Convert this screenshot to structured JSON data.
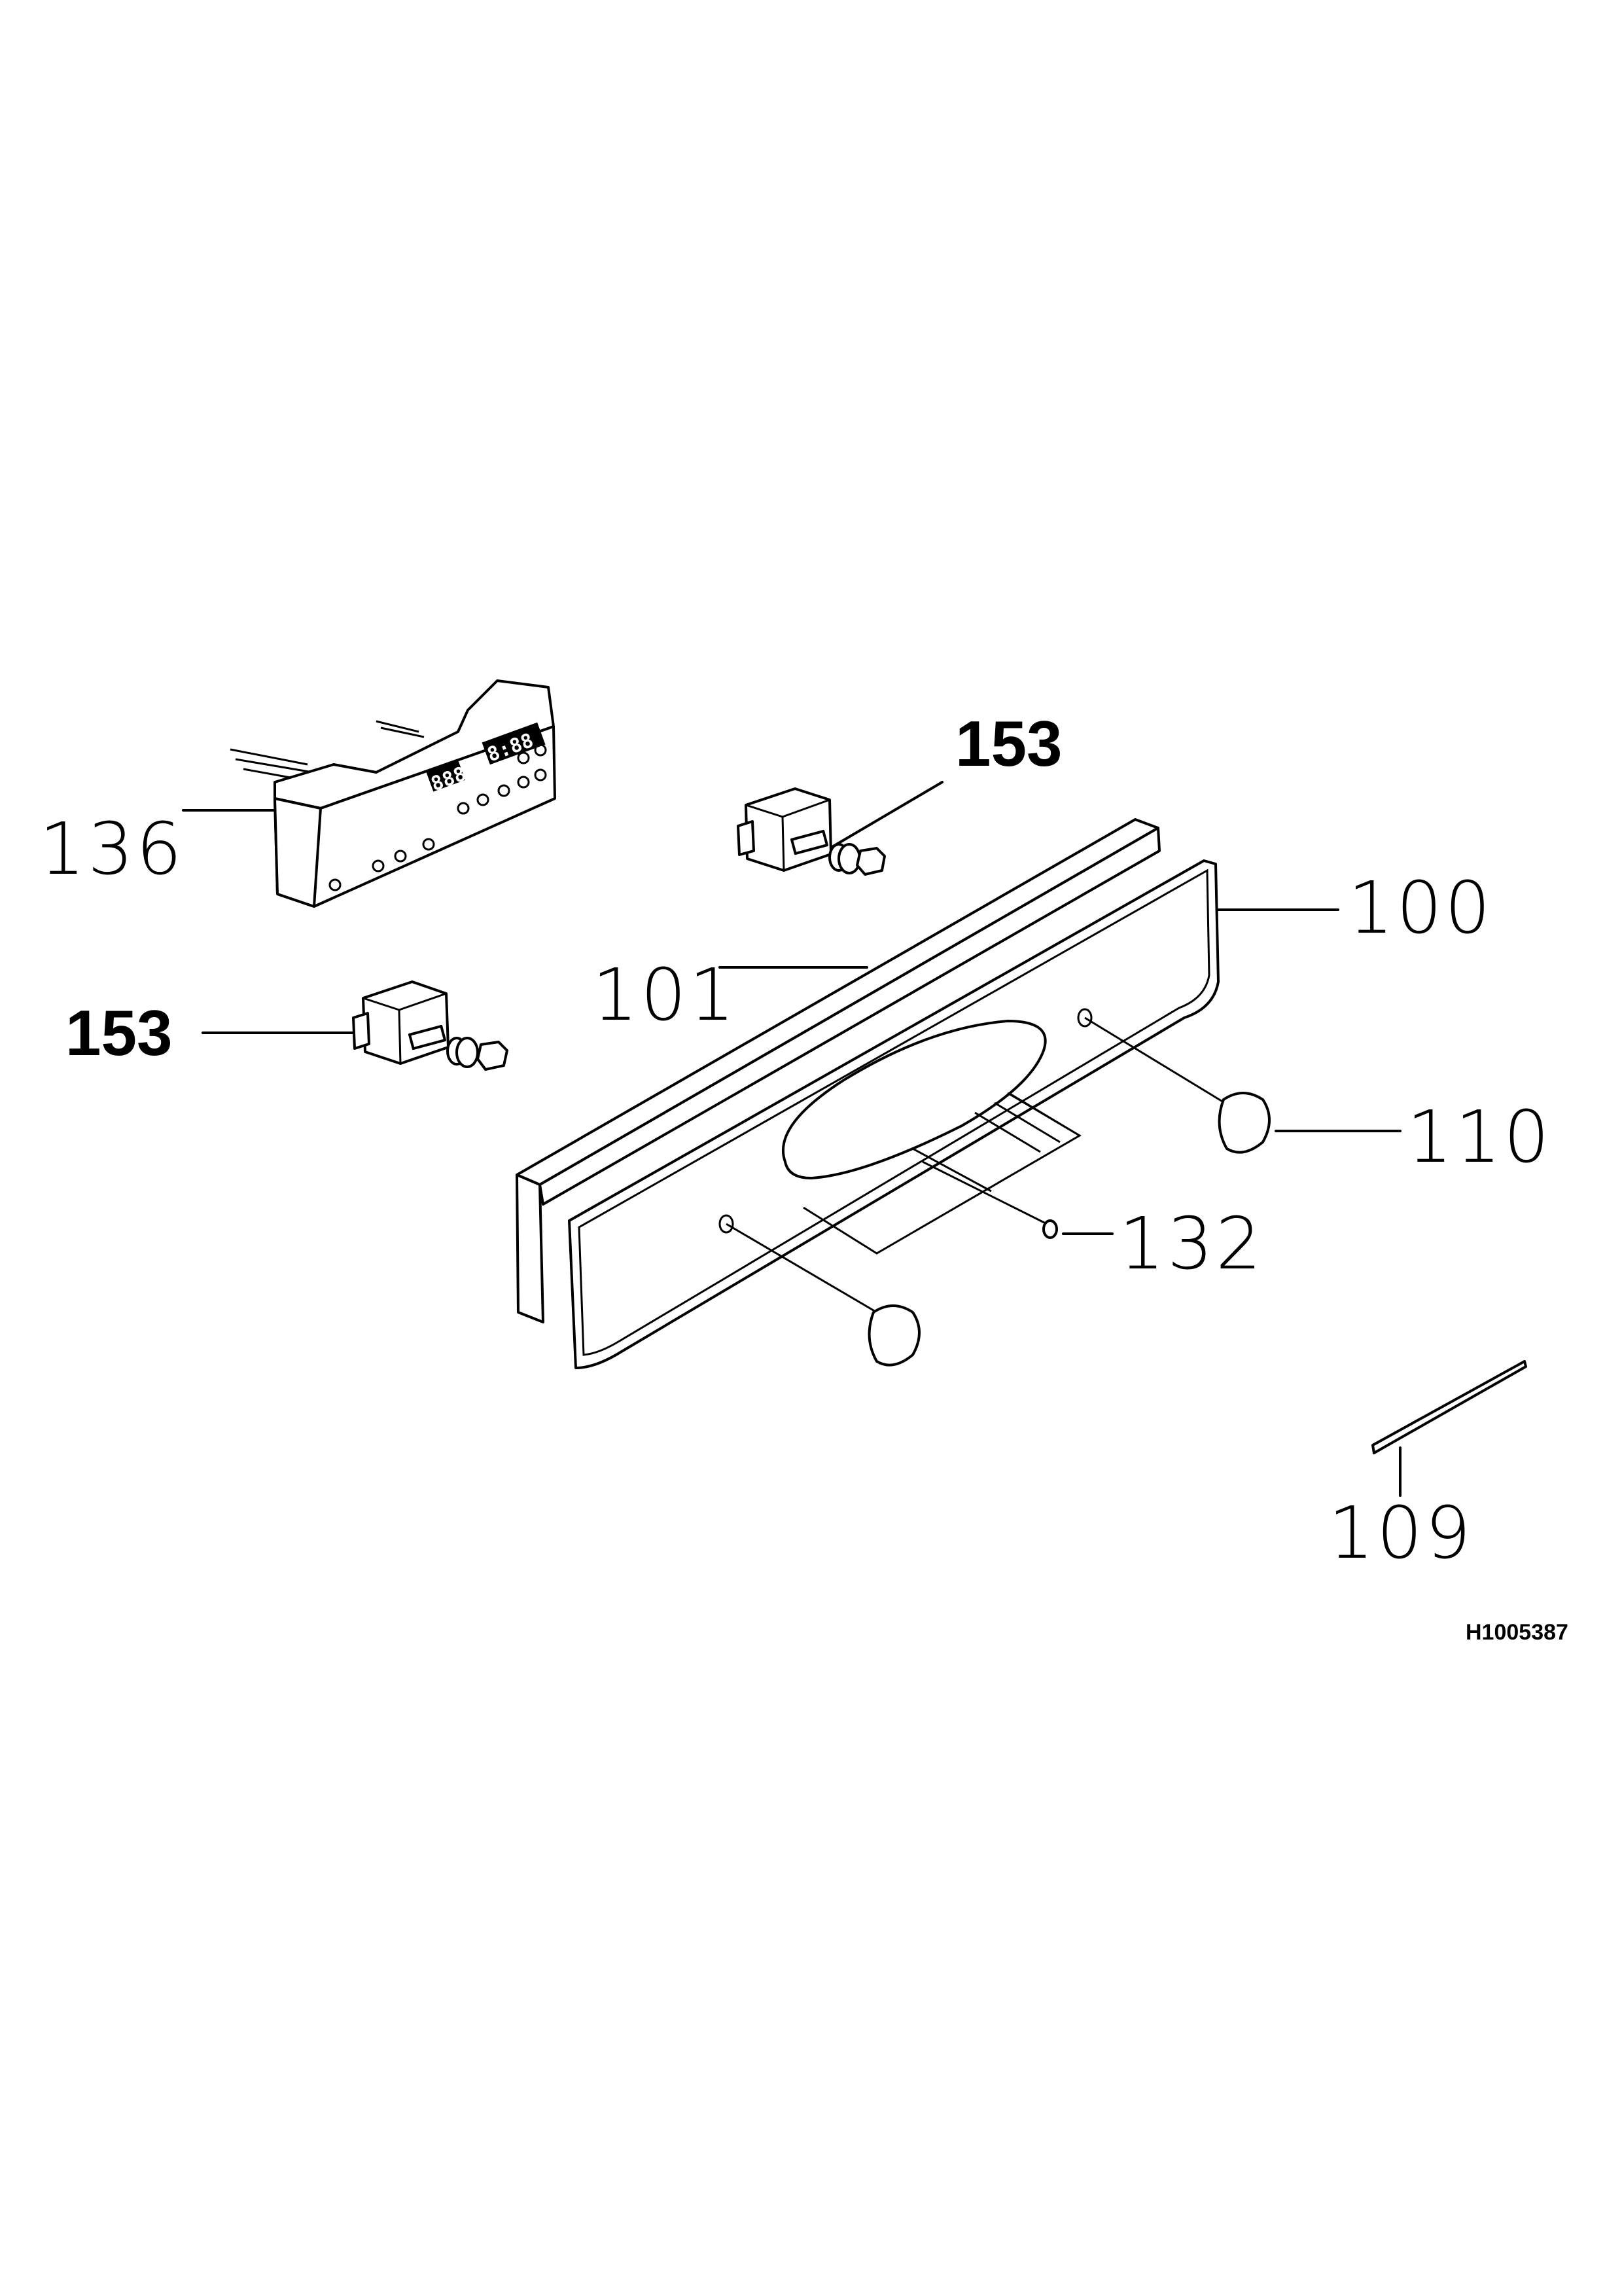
{
  "diagram": {
    "parts": {
      "display_module": "136",
      "switch_upper": "153",
      "switch_lower": "153",
      "panel": "100",
      "panel_back": "101",
      "knob": "110",
      "screw": "132",
      "trim_strip": "109"
    },
    "display_digits_left": "888",
    "display_digits_right": "8:88",
    "reference_code": "H1005387"
  }
}
